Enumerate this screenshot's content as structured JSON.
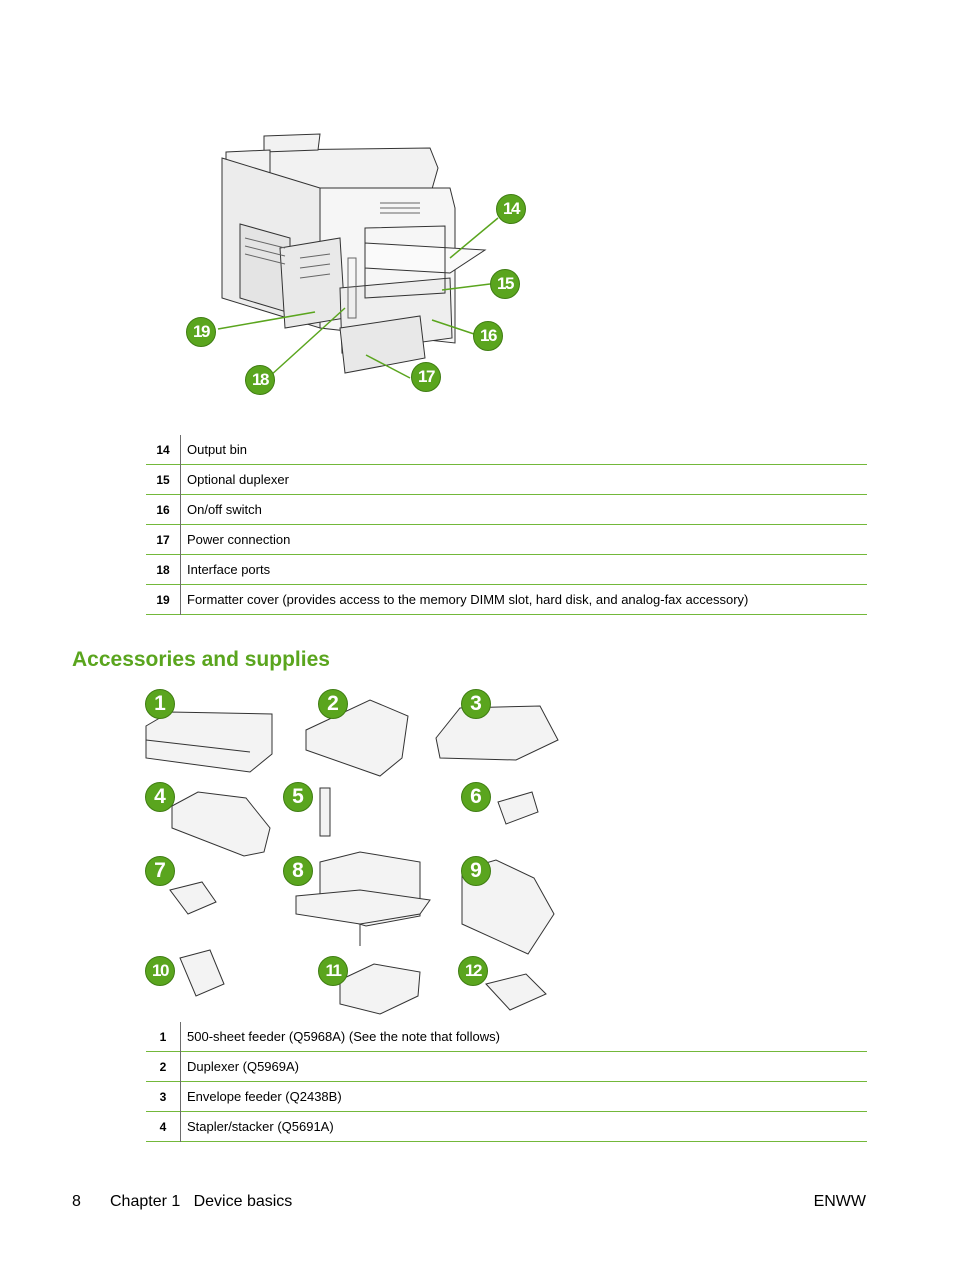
{
  "rear_view": {
    "callouts": [
      "14",
      "15",
      "16",
      "17",
      "18",
      "19"
    ],
    "parts": [
      {
        "num": "14",
        "desc": "Output bin"
      },
      {
        "num": "15",
        "desc": "Optional duplexer"
      },
      {
        "num": "16",
        "desc": "On/off switch"
      },
      {
        "num": "17",
        "desc": "Power connection"
      },
      {
        "num": "18",
        "desc": "Interface ports"
      },
      {
        "num": "19",
        "desc": "Formatter cover (provides access to the memory DIMM slot, hard disk, and analog-fax accessory)"
      }
    ]
  },
  "section": {
    "heading": "Accessories and supplies"
  },
  "accessories": {
    "callouts": [
      "1",
      "2",
      "3",
      "4",
      "5",
      "6",
      "7",
      "8",
      "9",
      "10",
      "11",
      "12"
    ],
    "parts": [
      {
        "num": "1",
        "desc": "500-sheet feeder (Q5968A) (See the note that follows)"
      },
      {
        "num": "2",
        "desc": "Duplexer (Q5969A)"
      },
      {
        "num": "3",
        "desc": "Envelope feeder (Q2438B)"
      },
      {
        "num": "4",
        "desc": "Stapler/stacker (Q5691A)"
      }
    ]
  },
  "footer": {
    "page_number": "8",
    "chapter": "Chapter 1   Device basics",
    "code": "ENWW"
  },
  "colors": {
    "accent_green": "#5aa51e",
    "rule_green": "#73b83a"
  }
}
